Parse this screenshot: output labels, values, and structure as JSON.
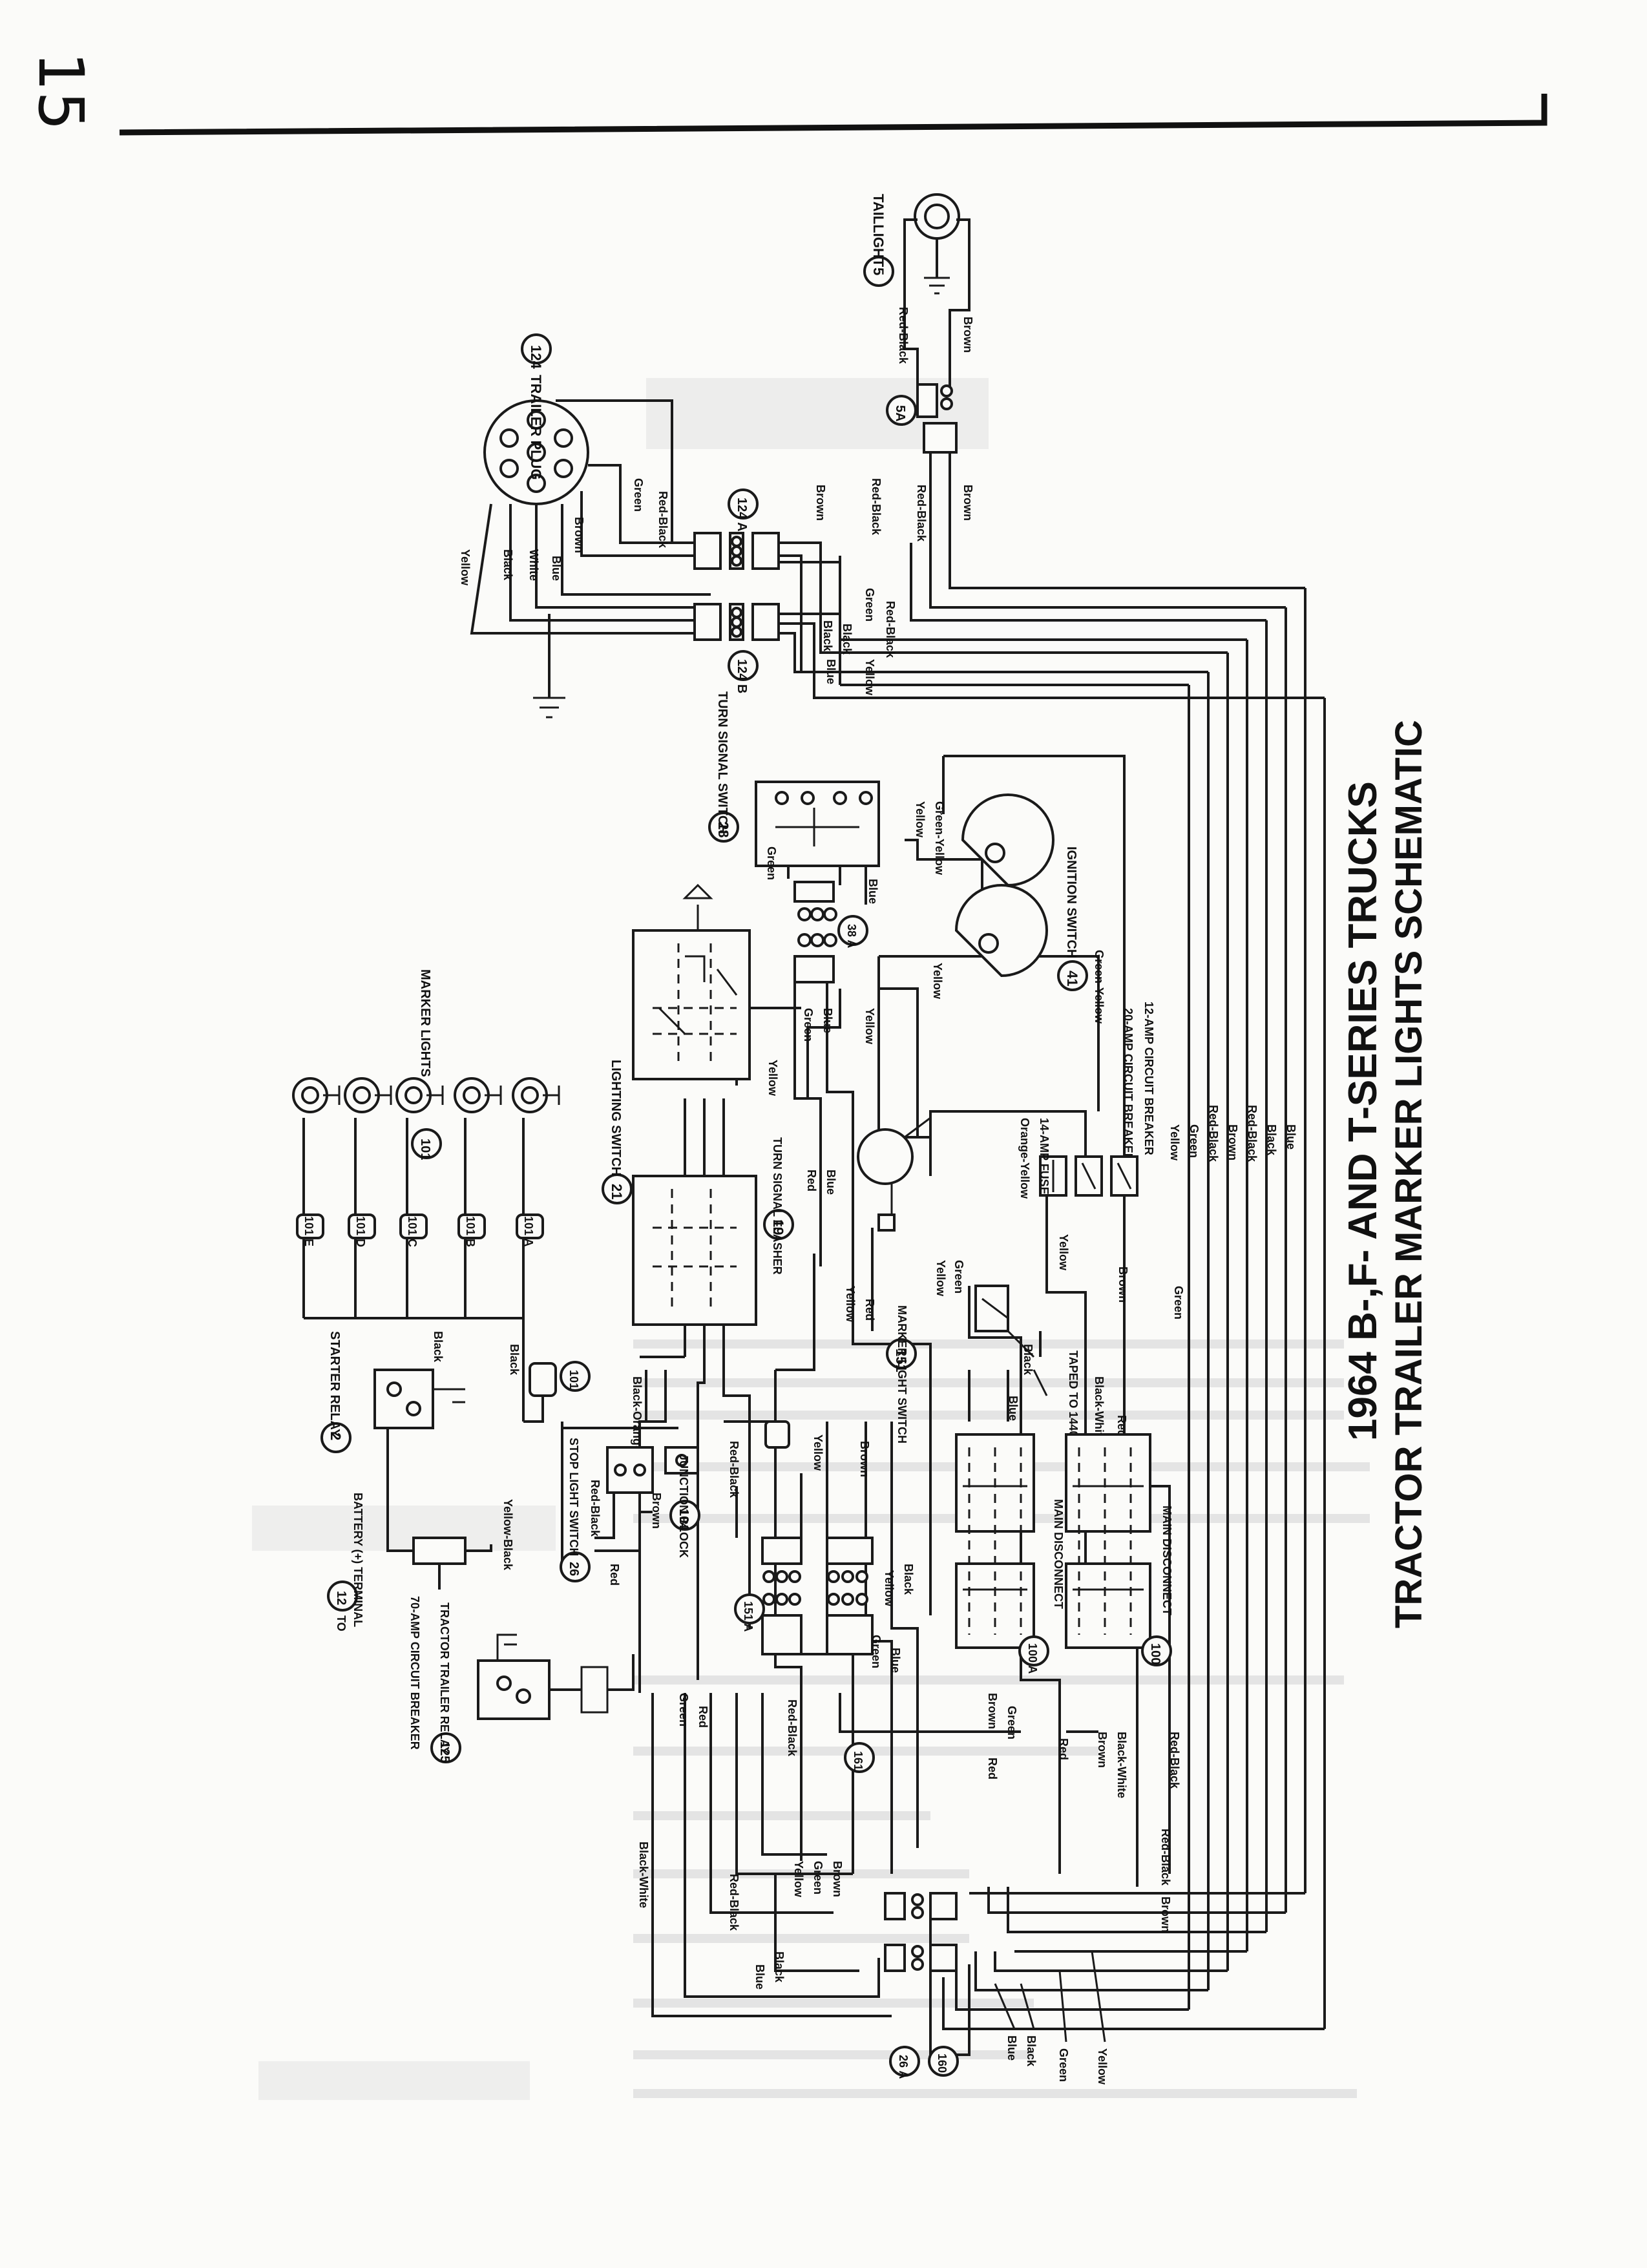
{
  "page": {
    "number": "15"
  },
  "title": {
    "line1": "1964 B-,F- AND T-SERIES TRUCKS",
    "line2": "TRACTOR TRAILER MARKER LIGHTS SCHEMATIC"
  },
  "components": {
    "c124": {
      "id": "124",
      "label": "TRAILER PLUG"
    },
    "c5": {
      "id": "5",
      "label": "TAILLIGHT"
    },
    "c5a": {
      "id": "5A",
      "label": ""
    },
    "c124a": {
      "id": "124 A",
      "label": ""
    },
    "c124b": {
      "id": "124 B",
      "label": ""
    },
    "c28": {
      "id": "28",
      "label": "TURN SIGNAL SWITCH"
    },
    "c38a": {
      "id": "38 A",
      "label": ""
    },
    "c41": {
      "id": "41",
      "label": "IGNITION SWITCH"
    },
    "c21": {
      "id": "21",
      "label": "LIGHTING SWITCH"
    },
    "c19": {
      "id": "19",
      "label": "TURN SIGNAL FLASHER"
    },
    "fuse14": {
      "id": "",
      "label": "14-AMP FUSE"
    },
    "cb20": {
      "id": "",
      "label": "20-AMP CIRCUIT BREAKER"
    },
    "cb12": {
      "id": "",
      "label": "12-AMP CIRCUIT BREAKER"
    },
    "c151": {
      "id": "151",
      "label": "MARKER LIGHT SWITCH"
    },
    "taped": {
      "id": "",
      "label": "TAPED TO 14401"
    },
    "c100": {
      "id": "100",
      "label": "MAIN DISCONNECT"
    },
    "c100a": {
      "id": "100 A",
      "label": "MAIN DISCONNECT"
    },
    "c101": {
      "id": "101",
      "label": "MARKER LIGHTS"
    },
    "c101a": {
      "id": "101 A",
      "label": ""
    },
    "c101b": {
      "id": "101 B",
      "label": ""
    },
    "c101c": {
      "id": "101 C",
      "label": ""
    },
    "c101d": {
      "id": "101 D",
      "label": ""
    },
    "c101e": {
      "id": "101 E",
      "label": ""
    },
    "c2": {
      "id": "2",
      "label": "STARTER RELAY"
    },
    "c12": {
      "id": "12",
      "label": "BATTERY (+) TERMINAL",
      "prefix": "TO"
    },
    "cb70": {
      "id": "",
      "label": "70-AMP CIRCUIT BREAKER"
    },
    "c125": {
      "id": "125",
      "label": "TRACTOR TRAILER RELAY"
    },
    "c26": {
      "id": "26",
      "label": "STOP LIGHT SWITCH"
    },
    "c104": {
      "id": "104",
      "label": "JUNCTION BLOCK"
    },
    "c151a": {
      "id": "151 A",
      "label": ""
    },
    "c161": {
      "id": "161",
      "label": ""
    },
    "c26a": {
      "id": "26 A",
      "label": ""
    },
    "c160": {
      "id": "160",
      "label": ""
    }
  },
  "wire_labels": {
    "yellow": "Yellow",
    "black": "Black",
    "white": "White",
    "blue": "Blue",
    "brown": "Brown",
    "green": "Green",
    "red_black": "Red-Black",
    "red": "Red",
    "green_yellow": "Green-Yellow",
    "orange_yellow": "Orange-Yellow",
    "black_orange": "Black-Orange",
    "black_white": "Black-White",
    "yellow_black": "Yellow-Black"
  },
  "bundle_legend": [
    "Yellow",
    "Green",
    "Red-Black",
    "Brown",
    "Red-Black",
    "Black",
    "Blue"
  ],
  "bottom_legend": [
    "Blue",
    "Black",
    "Green",
    "Yellow"
  ]
}
